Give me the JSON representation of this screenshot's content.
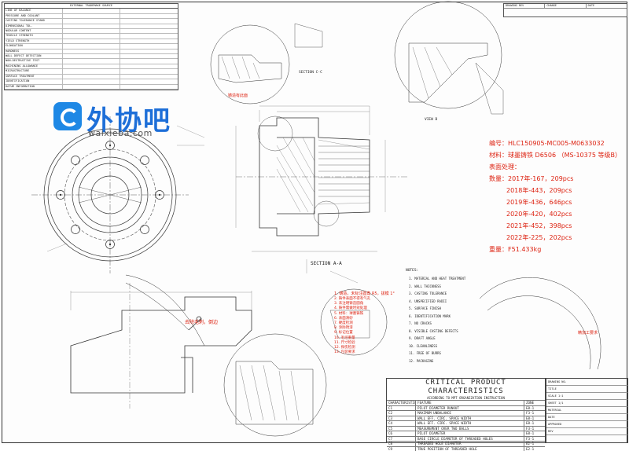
{
  "left_table": {
    "title": "EXTERNAL TRADEMAKE SOURCE",
    "rows": [
      [
        "LINE OF BALANCE",
        "",
        ""
      ],
      [
        "PRESSURE AND COOLANT",
        "",
        ""
      ],
      [
        "CASTING TOLERANCE STAND",
        "",
        ""
      ],
      [
        "DIMENSIONAL TOL.",
        "",
        ""
      ],
      [
        "NODULAR CONTENT",
        "",
        ""
      ],
      [
        "TENSILE STRENGTH",
        "",
        ""
      ],
      [
        "YIELD STRENGTH",
        "",
        ""
      ],
      [
        "ELONGATION",
        "",
        ""
      ],
      [
        "HARDNESS",
        "",
        ""
      ],
      [
        "WALL DEFECT DETECTION",
        "",
        ""
      ],
      [
        "NON-DESTRUCTIVE TEST",
        "",
        ""
      ],
      [
        "MACHINING ALLOWANCE",
        "",
        ""
      ],
      [
        "MICROSTRUCTURE",
        "",
        ""
      ],
      [
        "SURFACE TREATMENT",
        "",
        ""
      ],
      [
        "IDENTIFICATION",
        "",
        ""
      ],
      [
        "DATUM INFORMATION",
        "",
        ""
      ]
    ]
  },
  "logo": {
    "brand": "外协吧",
    "url": "waixieba.com"
  },
  "production_note": {
    "part_number": "编号：HLC150905-MC005-M0633032",
    "material": "材料：球墨铸铁 D6506 （MS-10375 等级B）",
    "surface": "表面处理：",
    "quantity_label": "数量：2017年-167，209pcs",
    "quantities": [
      "2018年-443，209pcs",
      "2019年-436，646pcs",
      "2020年-420，402pcs",
      "2021年-452，398pcs",
      "2022年-225，202pcs"
    ],
    "weight": "重量：F51.433kg"
  },
  "red_notes": {
    "left_small": "铸造有此面",
    "center_title": "1. 铸造，未标注圆角 R5，拔模 1°",
    "remove_burrs": "去除毛刺，倒边",
    "lines": [
      "2. 铸件表面不得有气孔",
      "3. 未注明铸造圆角",
      "4. 铸件需做时效处理",
      "5. 材料：球墨铸铁",
      "6. 表面清砂",
      "7. 硬度检测",
      "8. 涂防锈漆",
      "9. 标记位置",
      "10. 毛坯重量",
      "11. 尺寸检验",
      "12. 探伤检测",
      "13. 包装要求"
    ],
    "right_small": "精加工要求"
  },
  "section_labels": {
    "section_aa": "SECTION  A-A",
    "section_c": "SECTION C-C",
    "view_b": "VIEW B"
  },
  "notes_title": "NOTES:",
  "notes": [
    "1. MATERIAL AND HEAT TREATMENT",
    "2. WALL THICKNESS",
    "3. CASTING TOLERANCE",
    "4. UNSPECIFIED RADII",
    "5. SURFACE FINISH",
    "6. IDENTIFICATION MARK",
    "7. NO CRACKS",
    "8. VISIBLE CASTING DEFECTS",
    "9. DRAFT ANGLE",
    "10. CLEANLINESS",
    "11. FREE OF BURRS",
    "12. PACKAGING"
  ],
  "cpc": {
    "title": "CRITICAL PRODUCT CHARACTERISTICS",
    "subtitle": "ACCORDING TO MPT ORGANIZATION INSTRUCTION",
    "headers": [
      "CHARACTERISTIC",
      "FEATURE",
      "ZONE"
    ],
    "rows": [
      [
        "C1",
        "PILOT DIAMETER RUNOUT",
        "E8-1"
      ],
      [
        "C2",
        "MAXIMUM UNBALANCE",
        "F3-1"
      ],
      [
        "C3",
        "WALL EFF. CIRC. SPACE WIDTH",
        "E8-1"
      ],
      [
        "C4",
        "WALL EFF. CIRC. SPACE WIDTH",
        "E8-1"
      ],
      [
        "C5",
        "MEASUREMENT OVER TWO BALLS",
        "F3-1"
      ],
      [
        "C6",
        "PILOT DIAMETER",
        "E8-1"
      ],
      [
        "C7",
        "BASE CIRCLE DIAMETER OF THREADED HOLES",
        "F3-1"
      ],
      [
        "C8",
        "THREADED HOLE DIAMETER",
        "E2-1"
      ],
      [
        "C9",
        "TRUE POSITION OF THREADED HOLE",
        "E2-1"
      ]
    ]
  },
  "title_block": [
    "DRAWING NO.",
    "TITLE",
    "SCALE 1:1",
    "SHEET 1/1",
    "MATERIAL",
    "DATE",
    "APPROVED",
    "REV"
  ],
  "top_right": [
    "DRAWING REV",
    "CHANGE",
    "DATE"
  ],
  "colors": {
    "accent_blue": "#1e6fd8",
    "red_note": "#d21111"
  }
}
